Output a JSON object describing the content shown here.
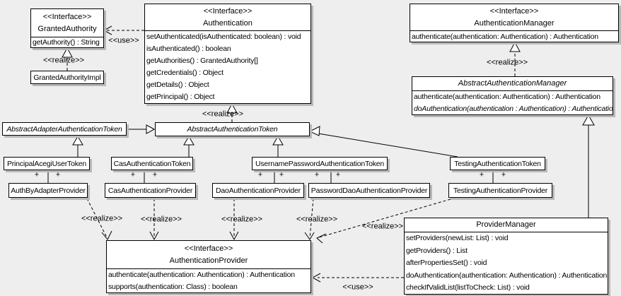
{
  "diagram": {
    "labels": {
      "use": "<<use>>",
      "realize": "<<realize>>",
      "plus": "+"
    },
    "classes": {
      "granted_authority": {
        "stereotype": "<<Interface>>",
        "name": "GrantedAuthority",
        "methods": [
          "getAuthority() : String"
        ]
      },
      "granted_authority_impl": {
        "name": "GrantedAuthorityImpl"
      },
      "authentication": {
        "stereotype": "<<Interface>>",
        "name": "Authentication",
        "methods": [
          "setAuthenticated(isAuthenticated: boolean) : void",
          "isAuthenticated() : boolean",
          "getAuthorities() : GrantedAuthority[]",
          "getCredentials() : Object",
          "getDetails() : Object",
          "getPrincipal() : Object"
        ]
      },
      "authentication_manager": {
        "stereotype": "<<Interface>>",
        "name": "AuthenticationManager",
        "methods": [
          "authenticate(authentication: Authentication) : Authentication"
        ]
      },
      "abstract_authentication_manager": {
        "name": "AbstractAuthenticationManager",
        "methods": [
          "authenticate(authentication: Authentication) : Authentication",
          "doAuthentication(authentication : Authentication) : Authentication"
        ]
      },
      "abstract_adapter_authentication_token": {
        "name": "AbstractAdapterAuthenticationToken"
      },
      "abstract_authentication_token": {
        "name": "AbstractAuthenticationToken"
      },
      "principal_acegi_user_token": {
        "name": "PrincipalAcegiUserToken"
      },
      "cas_authentication_token": {
        "name": "CasAuthenticationToken"
      },
      "username_password_authentication_token": {
        "name": "UsernamePasswordAuthenticationToken"
      },
      "testing_authentication_token": {
        "name": "TestingAuthenticationToken"
      },
      "auth_by_adapter_provider": {
        "name": "AuthByAdapterProvider"
      },
      "cas_authentication_provider": {
        "name": "CasAuthenticationProvider"
      },
      "dao_authentication_provider": {
        "name": "DaoAuthenticationProvider"
      },
      "password_dao_authentication_provider": {
        "name": "PasswordDaoAuthenticationProvider"
      },
      "testing_authentication_provider": {
        "name": "TestingAuthenticationProvider"
      },
      "authentication_provider": {
        "stereotype": "<<Interface>>",
        "name": "AuthenticationProvider",
        "methods": [
          "authenticate(authentication: Authentication) : Authentication",
          "supports(authentication: Class) : boolean"
        ]
      },
      "provider_manager": {
        "name": "ProviderManager",
        "methods": [
          "setProviders(newList: List) : void",
          "getProviders() : List",
          "afterPropertiesSet() : void",
          "doAuthentication(authentication: Authentication) : Authentication",
          "checkIfValidList(listToCheck: List) : void"
        ]
      }
    }
  }
}
